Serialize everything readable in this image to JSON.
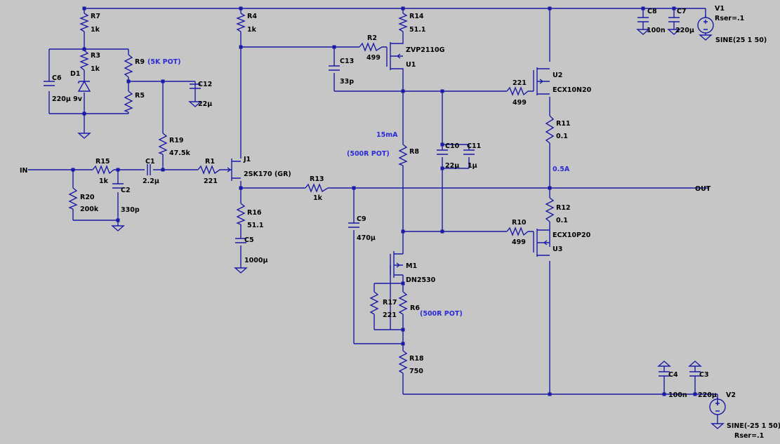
{
  "nets": {
    "input": "IN",
    "output": "OUT"
  },
  "annotations": {
    "r9_note": "(5K POT)",
    "r8_note": "(500R POT)",
    "r6_note": "(500R POT)",
    "bias_current": "15mA",
    "output_current": "0.5A"
  },
  "resistors": {
    "R7": {
      "name": "R7",
      "value": "1k"
    },
    "R3": {
      "name": "R3",
      "value": "1k"
    },
    "R9": {
      "name": "R9"
    },
    "R5": {
      "name": "R5"
    },
    "R4": {
      "name": "R4",
      "value": "1k"
    },
    "R19": {
      "name": "R19",
      "value": "47.5k"
    },
    "R15": {
      "name": "R15",
      "value": "1k"
    },
    "R20": {
      "name": "R20",
      "value": "200k"
    },
    "R1": {
      "name": "R1",
      "value": "221"
    },
    "R16": {
      "name": "R16",
      "value": "51.1"
    },
    "R13": {
      "name": "R13",
      "value": "1k"
    },
    "R14": {
      "name": "R14",
      "value": "51.1"
    },
    "R2": {
      "name": "R2",
      "value": "499"
    },
    "R8": {
      "name": "R8"
    },
    "R17": {
      "name": "R17",
      "value": "221"
    },
    "R6": {
      "name": "R6"
    },
    "R18": {
      "name": "R18",
      "value": "750"
    },
    "R11": {
      "name": "R11",
      "value": "0.1"
    },
    "R12": {
      "name": "R12",
      "value": "0.1"
    },
    "R_U2": {
      "name": "221",
      "value": "499"
    },
    "R10": {
      "name": "R10",
      "value": "499"
    }
  },
  "capacitors": {
    "C6": {
      "name": "C6",
      "value": "220µ 9v"
    },
    "C12": {
      "name": "C12",
      "value": "22µ"
    },
    "C1": {
      "name": "C1",
      "value": "2.2µ"
    },
    "C2": {
      "name": "C2",
      "value": "330p"
    },
    "C5": {
      "name": "C5",
      "value": "1000µ"
    },
    "C13": {
      "name": "C13",
      "value": "33p"
    },
    "C9": {
      "name": "C9",
      "value": "470µ"
    },
    "C10": {
      "name": "C10",
      "value": "22µ"
    },
    "C11": {
      "name": "C11",
      "value": "1µ"
    },
    "C8": {
      "name": "C8",
      "value": "100n"
    },
    "C7": {
      "name": "C7",
      "value": "220µ"
    },
    "C4": {
      "name": "C4",
      "value": "100n"
    },
    "C3": {
      "name": "C3",
      "value": "220µ"
    }
  },
  "semis": {
    "D1": {
      "name": "D1"
    },
    "J1": {
      "name": "J1",
      "part": "2SK170 (GR)"
    },
    "U1": {
      "name": "U1",
      "part": "ZVP2110G"
    },
    "U2": {
      "name": "U2",
      "part": "ECX10N20"
    },
    "U3": {
      "name": "U3",
      "part": "ECX10P20"
    },
    "M1": {
      "name": "M1",
      "part": "DN2530"
    }
  },
  "sources": {
    "V1": {
      "name": "V1",
      "rser": "Rser=.1",
      "spec": "SINE(25 1 50)"
    },
    "V2": {
      "name": "V2",
      "rser": "Rser=.1",
      "spec": "SINE(-25 1 50)"
    }
  },
  "colors": {
    "background": "#c6c6c6",
    "wire": "#1a1aa6",
    "label": "#000000",
    "note": "#2a2ad8"
  }
}
